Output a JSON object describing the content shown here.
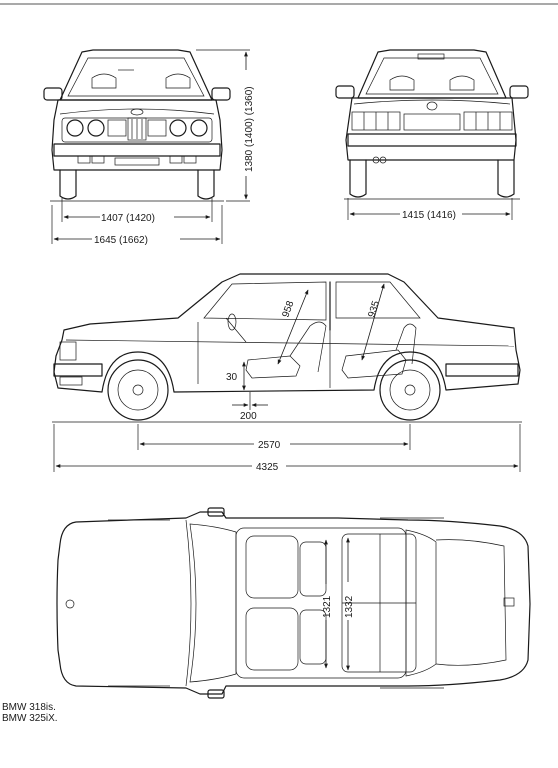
{
  "dimensions": {
    "front_track": "1407 (1420)",
    "overall_width": "1645 (1662)",
    "height": "1380 (1400) (1360)",
    "rear_track": "1415 (1416)",
    "front_headroom": "958",
    "rear_headroom": "935",
    "seat_height": "30",
    "seat_offset": "200",
    "wheelbase": "2570",
    "overall_length": "4325",
    "front_shoulder_width": "1321",
    "rear_shoulder_width": "1332"
  },
  "captions": {
    "line1": "BMW 318is.",
    "line2": "BMW 325iX."
  }
}
